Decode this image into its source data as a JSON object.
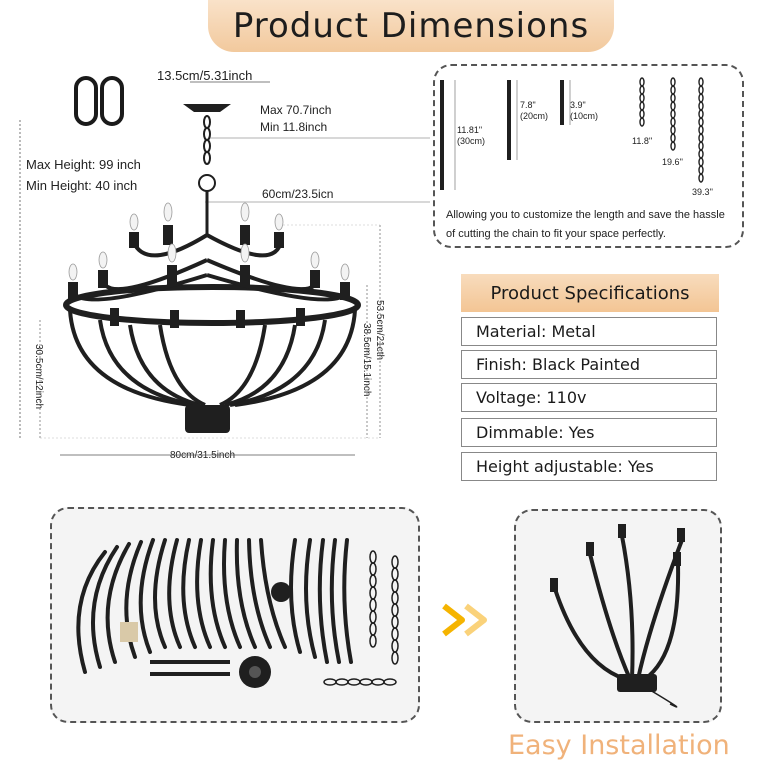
{
  "banner": {
    "title": "Product Dimensions"
  },
  "dimensions": {
    "canopy": "13.5cm/5.31inch",
    "chain_max": "Max 70.7inch",
    "chain_min": "Min  11.8inch",
    "max_height": "Max Height: 99 inch",
    "min_height": "Min Height: 40 inch",
    "top_width": "60cm/23.5icn",
    "overall_width": "80cm/31.5inch",
    "height_right_outer": "53.5cm/21cth",
    "height_right_inner": "38.5cm/15.1inch",
    "height_left": "30.5cm/12inch"
  },
  "rods": {
    "rod1_label": "11.81\"\n(30cm)",
    "rod2_label": "7.8\"\n(20cm)",
    "rod3_label": "3.9\"\n(10cm)",
    "chain1_label": "11.8''",
    "chain2_label": "19.6''",
    "chain3_label": "39.3''",
    "caption": "Allowing you to customize the length and save the hassle of cutting the chain to fit your space perfectly."
  },
  "specs": {
    "title": "Product Specifications",
    "rows": [
      "Material: Metal",
      "Finish: Black Painted",
      "Voltage: 110v",
      "Dimmable: Yes",
      "Height adjustable: Yes"
    ]
  },
  "installation": {
    "label": "Easy Installation"
  },
  "colors": {
    "accent": "#f2c99d",
    "metal": "#1f1f1f",
    "install_text": "#f0b27a",
    "arrow": "#f5b400"
  }
}
